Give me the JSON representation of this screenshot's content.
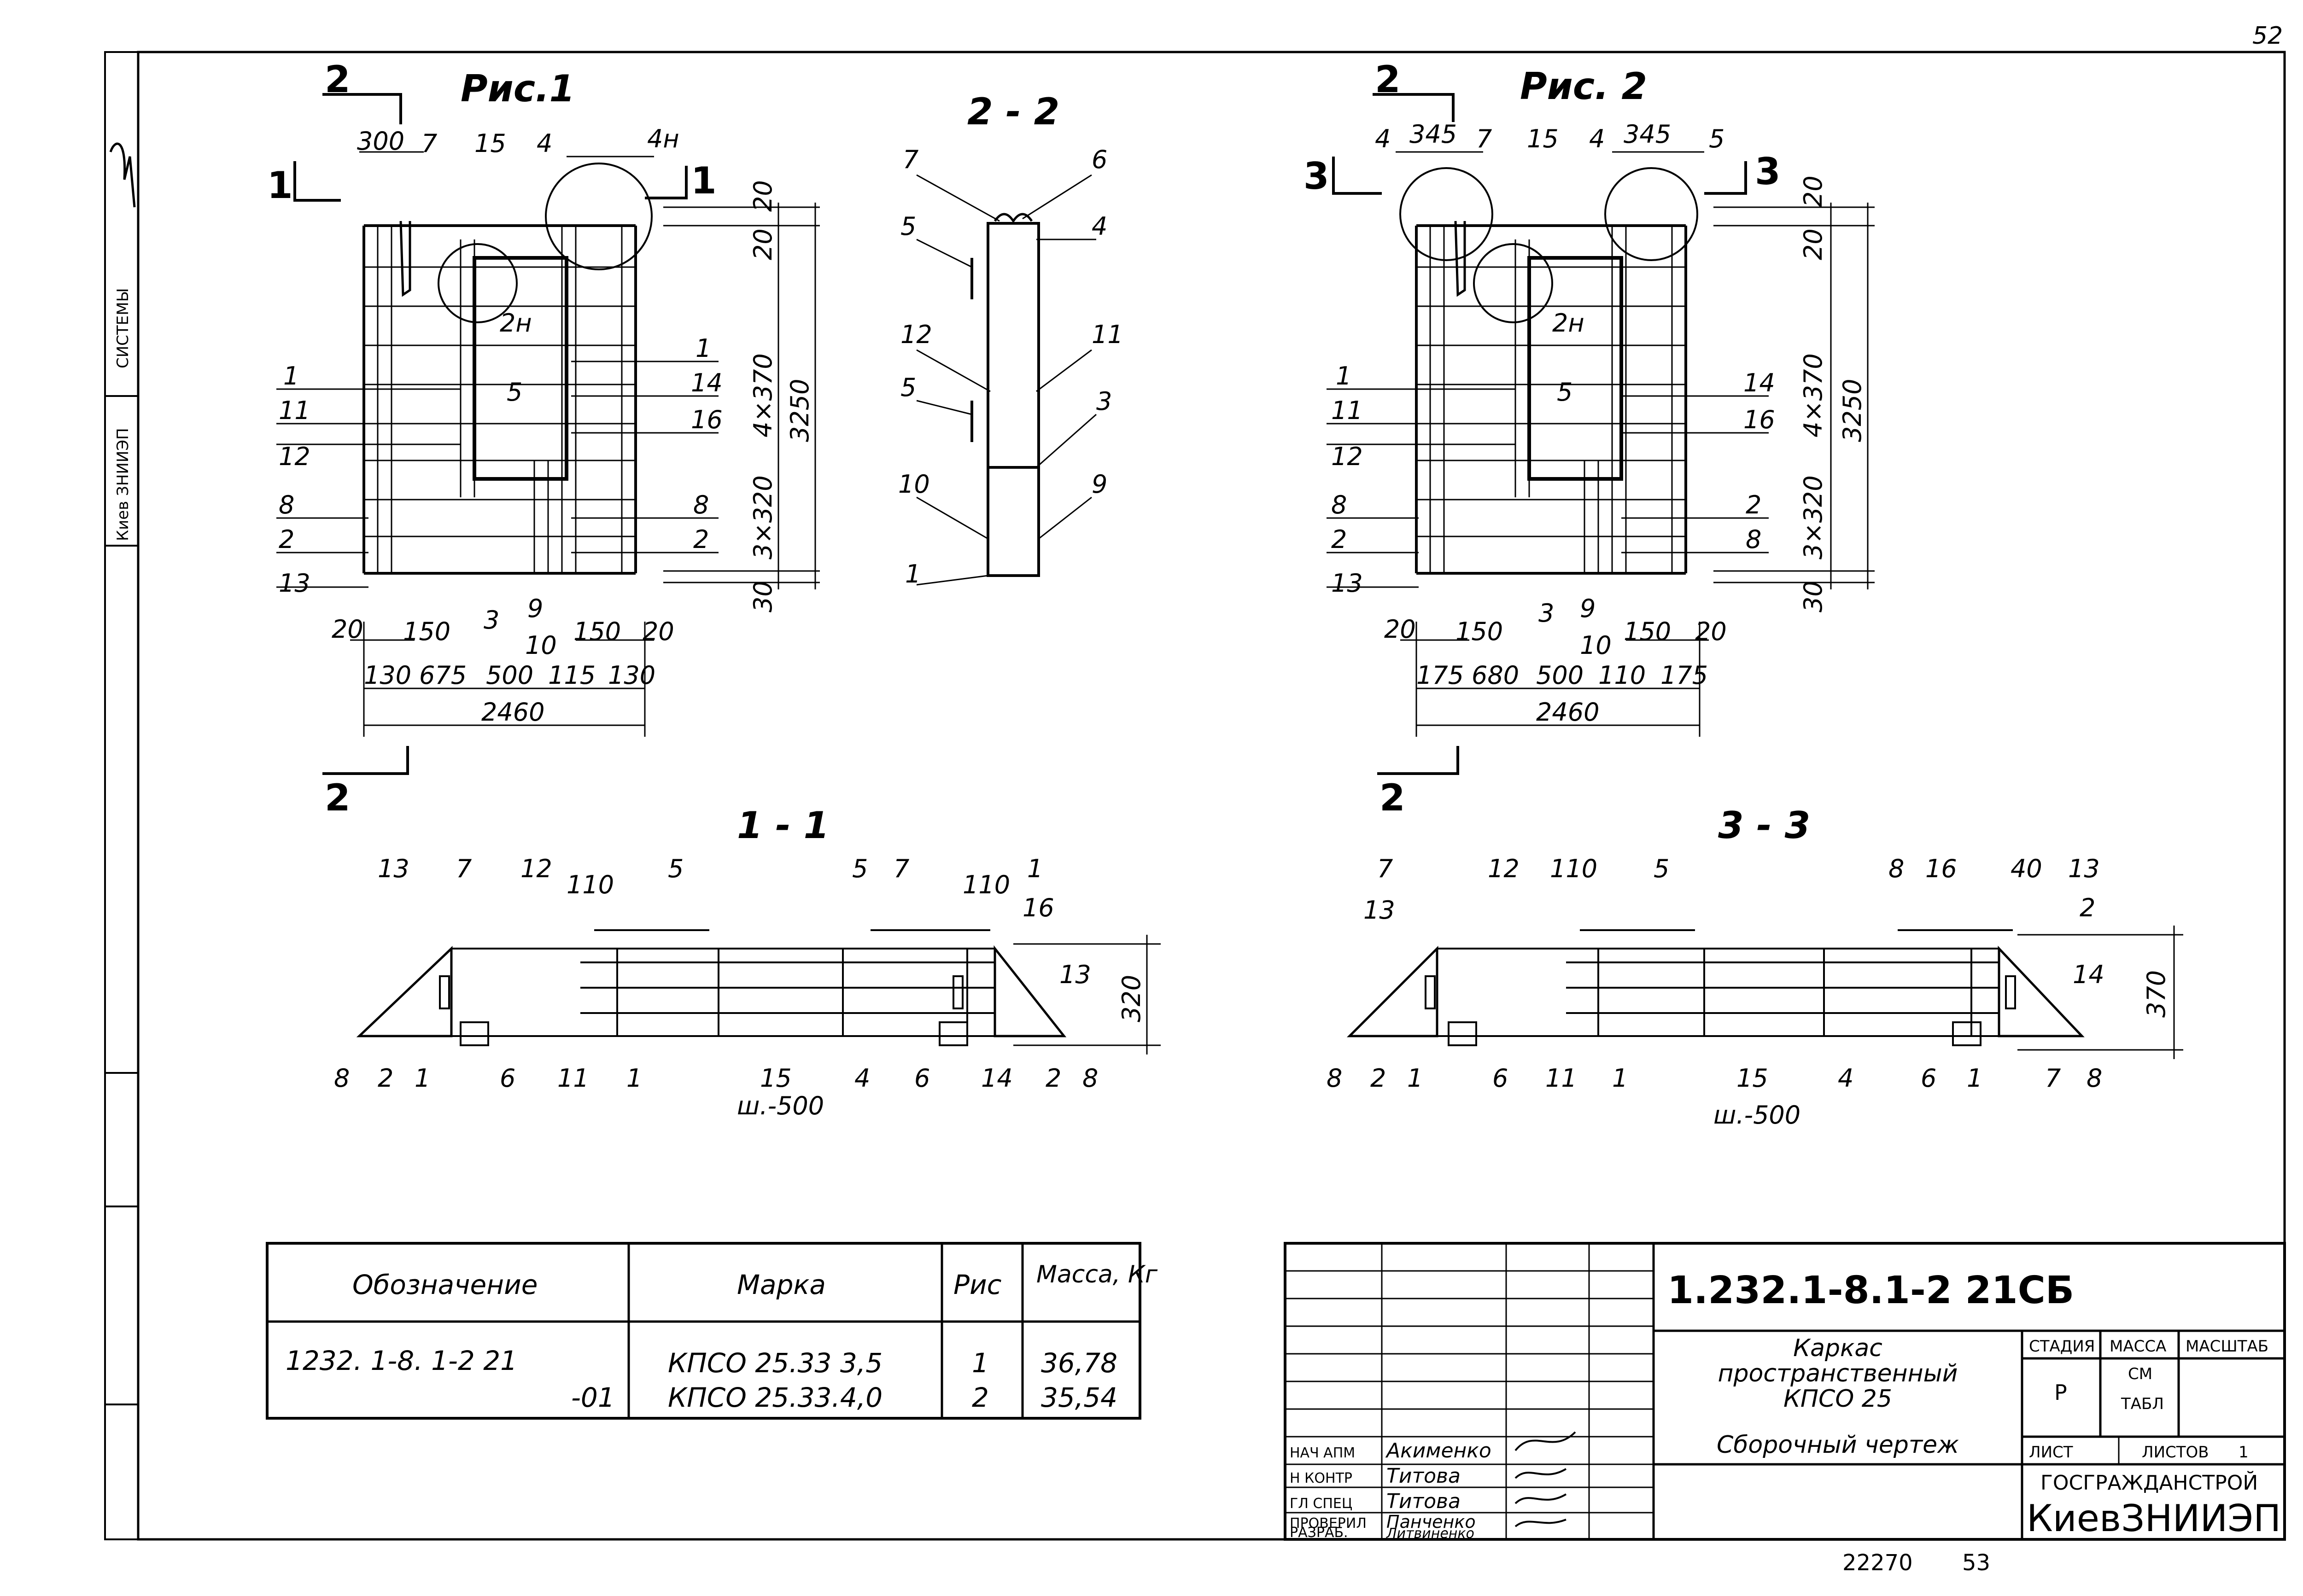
{
  "sheet": {
    "page_number": "52",
    "footer_number": "22270",
    "footer_page": "53"
  },
  "left_strip": {
    "org": "Киев ЗНИИЭП",
    "label": "СИСТЕМЫ"
  },
  "fig1": {
    "title": "Рис.1",
    "sec_top": "2",
    "sec_bottom": "2",
    "sec_left": "1",
    "sec_right": "1",
    "labels": {
      "d300": "300",
      "p7": "7",
      "p15": "15",
      "p4": "4",
      "p4h": "4н",
      "d20a": "20",
      "d20b": "20",
      "p2h": "2н",
      "p1l": "1",
      "p11l": "11",
      "p12l": "12",
      "p8l": "8",
      "p2l": "2",
      "p13l": "13",
      "p5": "5",
      "p1r": "1",
      "p14r": "14",
      "p16r": "16",
      "p8r": "8",
      "p2r": "2",
      "d4x370": "4×370",
      "d3x320": "3×320",
      "d3250": "3250",
      "d30": "30",
      "b20a": "20",
      "b150a": "150",
      "b3": "3",
      "b9": "9",
      "b10": "10",
      "b150b": "150",
      "b20b": "20",
      "c130a": "130",
      "c675": "675",
      "c500": "500",
      "c115": "115",
      "c130b": "130",
      "c2460": "2460"
    }
  },
  "fig2": {
    "title": "Рис. 2",
    "sec_top": "2",
    "sec_bottom": "2",
    "sec_left": "3",
    "sec_right": "3",
    "labels": {
      "p4a": "4",
      "d345a": "345",
      "p7": "7",
      "p15": "15",
      "p4b": "4",
      "d345b": "345",
      "p5a": "5",
      "d20a": "20",
      "d20b": "20",
      "p2h": "2н",
      "p1l": "1",
      "p11l": "11",
      "p12l": "12",
      "p8l": "8",
      "p2l": "2",
      "p13l": "13",
      "p5": "5",
      "p14r": "14",
      "p16r": "16",
      "p2r": "2",
      "p8r": "8",
      "d4x370": "4×370",
      "d3x320": "3×320",
      "d3250": "3250",
      "d30": "30",
      "b20a": "20",
      "b150a": "150",
      "b3": "3",
      "b9": "9",
      "b10": "10",
      "b150b": "150",
      "b20b": "20",
      "c175a": "175",
      "c680": "680",
      "c500": "500",
      "c110": "110",
      "c175b": "175",
      "c2460": "2460"
    }
  },
  "sec22": {
    "title": "2 - 2",
    "labels": {
      "p7": "7",
      "p6": "6",
      "p5a": "5",
      "p4": "4",
      "p12": "12",
      "p11": "11",
      "p5b": "5",
      "p3": "3",
      "p10": "10",
      "p9": "9",
      "p1": "1"
    }
  },
  "sec11": {
    "title": "1 - 1",
    "labels": {
      "p13a": "13",
      "p7a": "7",
      "p12": "12",
      "d110a": "110",
      "p5a": "5",
      "p5b": "5",
      "p7b": "7",
      "d110b": "110",
      "p1t": "1",
      "p16": "16",
      "p13b": "13",
      "d320": "320",
      "p8a": "8",
      "p2a": "2",
      "p1a": "1",
      "p6a": "6",
      "p11": "11",
      "p1b": "1",
      "p15": "15",
      "p4": "4",
      "p6b": "6",
      "p14": "14",
      "p2b": "2",
      "p8b": "8",
      "pitch": "ш.-500"
    }
  },
  "sec33": {
    "title": "3 - 3",
    "labels": {
      "p7a": "7",
      "p13a": "13",
      "p12": "12",
      "d110": "110",
      "p5": "5",
      "p8t": "8",
      "p16": "16",
      "d40": "40",
      "p13b": "13",
      "p2t": "2",
      "p14": "14",
      "d370": "370",
      "p8a": "8",
      "p2a": "2",
      "p1a": "1",
      "p6a": "6",
      "p11": "11",
      "p1b": "1",
      "p15": "15",
      "p4": "4",
      "p6b": "6",
      "p1c": "1",
      "p7b": "7",
      "p8b": "8",
      "pitch": "ш.-500"
    }
  },
  "spec_table": {
    "headers": [
      "Обозначение",
      "Марка",
      "Рис",
      "Масса, Кг"
    ],
    "rows": [
      {
        "code": "1232. 1-8.  1-2  21",
        "mark": "КПСО 25.33 3,5",
        "fig": "1",
        "mass": "36,78"
      },
      {
        "code": "-01",
        "mark": "КПСО 25.33.4,0",
        "fig": "2",
        "mass": "35,54"
      }
    ]
  },
  "title_block": {
    "doc_code": "1.232.1-8.1-2  21СБ",
    "name_line1": "Каркас",
    "name_line2": "пространственный",
    "name_line3": "КПСО 25",
    "drawing_type": "Сборочный  чертеж",
    "hdr_stage": "СТАДИЯ",
    "hdr_mass": "МАССА",
    "hdr_scale": "МАСШТАБ",
    "stage": "Р",
    "mass_l1": "СМ",
    "mass_l2": "ТАБЛ",
    "sheet_label": "ЛИСТ",
    "sheets_label": "ЛИСТОВ",
    "sheets_count": "1",
    "org_top": "ГОСГРАЖДАНСТРОЙ",
    "org_main": "КиевЗНИИЭП",
    "staff": [
      {
        "role": "НАЧ АПМ",
        "name": "Акименко"
      },
      {
        "role": "Н КОНТР",
        "name": "Титова"
      },
      {
        "role": "ГЛ СПЕЦ",
        "name": "Титова"
      },
      {
        "role": "ПРОВЕРИЛ",
        "name": "Панченко"
      },
      {
        "role": "РАЗРАБ.",
        "name": "Литвиненко"
      }
    ]
  }
}
